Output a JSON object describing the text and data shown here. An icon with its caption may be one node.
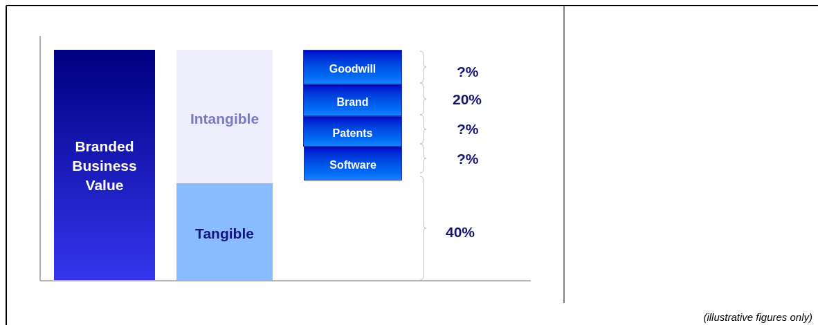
{
  "diagram": {
    "nodes": [
      {
        "text": [
          "Branded Business Value"
        ]
      },
      {
        "text": [
          "Intangible"
        ]
      },
      {
        "text": [
          "Tangible"
        ]
      },
      {
        "text": [
          "Goodwill"
        ]
      },
      {
        "text": [
          "Brand"
        ]
      },
      {
        "text": [
          "Patents"
        ]
      },
      {
        "text": [
          "Software"
        ]
      }
    ],
    "labels": [
      "?%",
      "20%",
      "?%",
      "?%",
      "40%",
      "(illustrative figures only)"
    ]
  }
}
